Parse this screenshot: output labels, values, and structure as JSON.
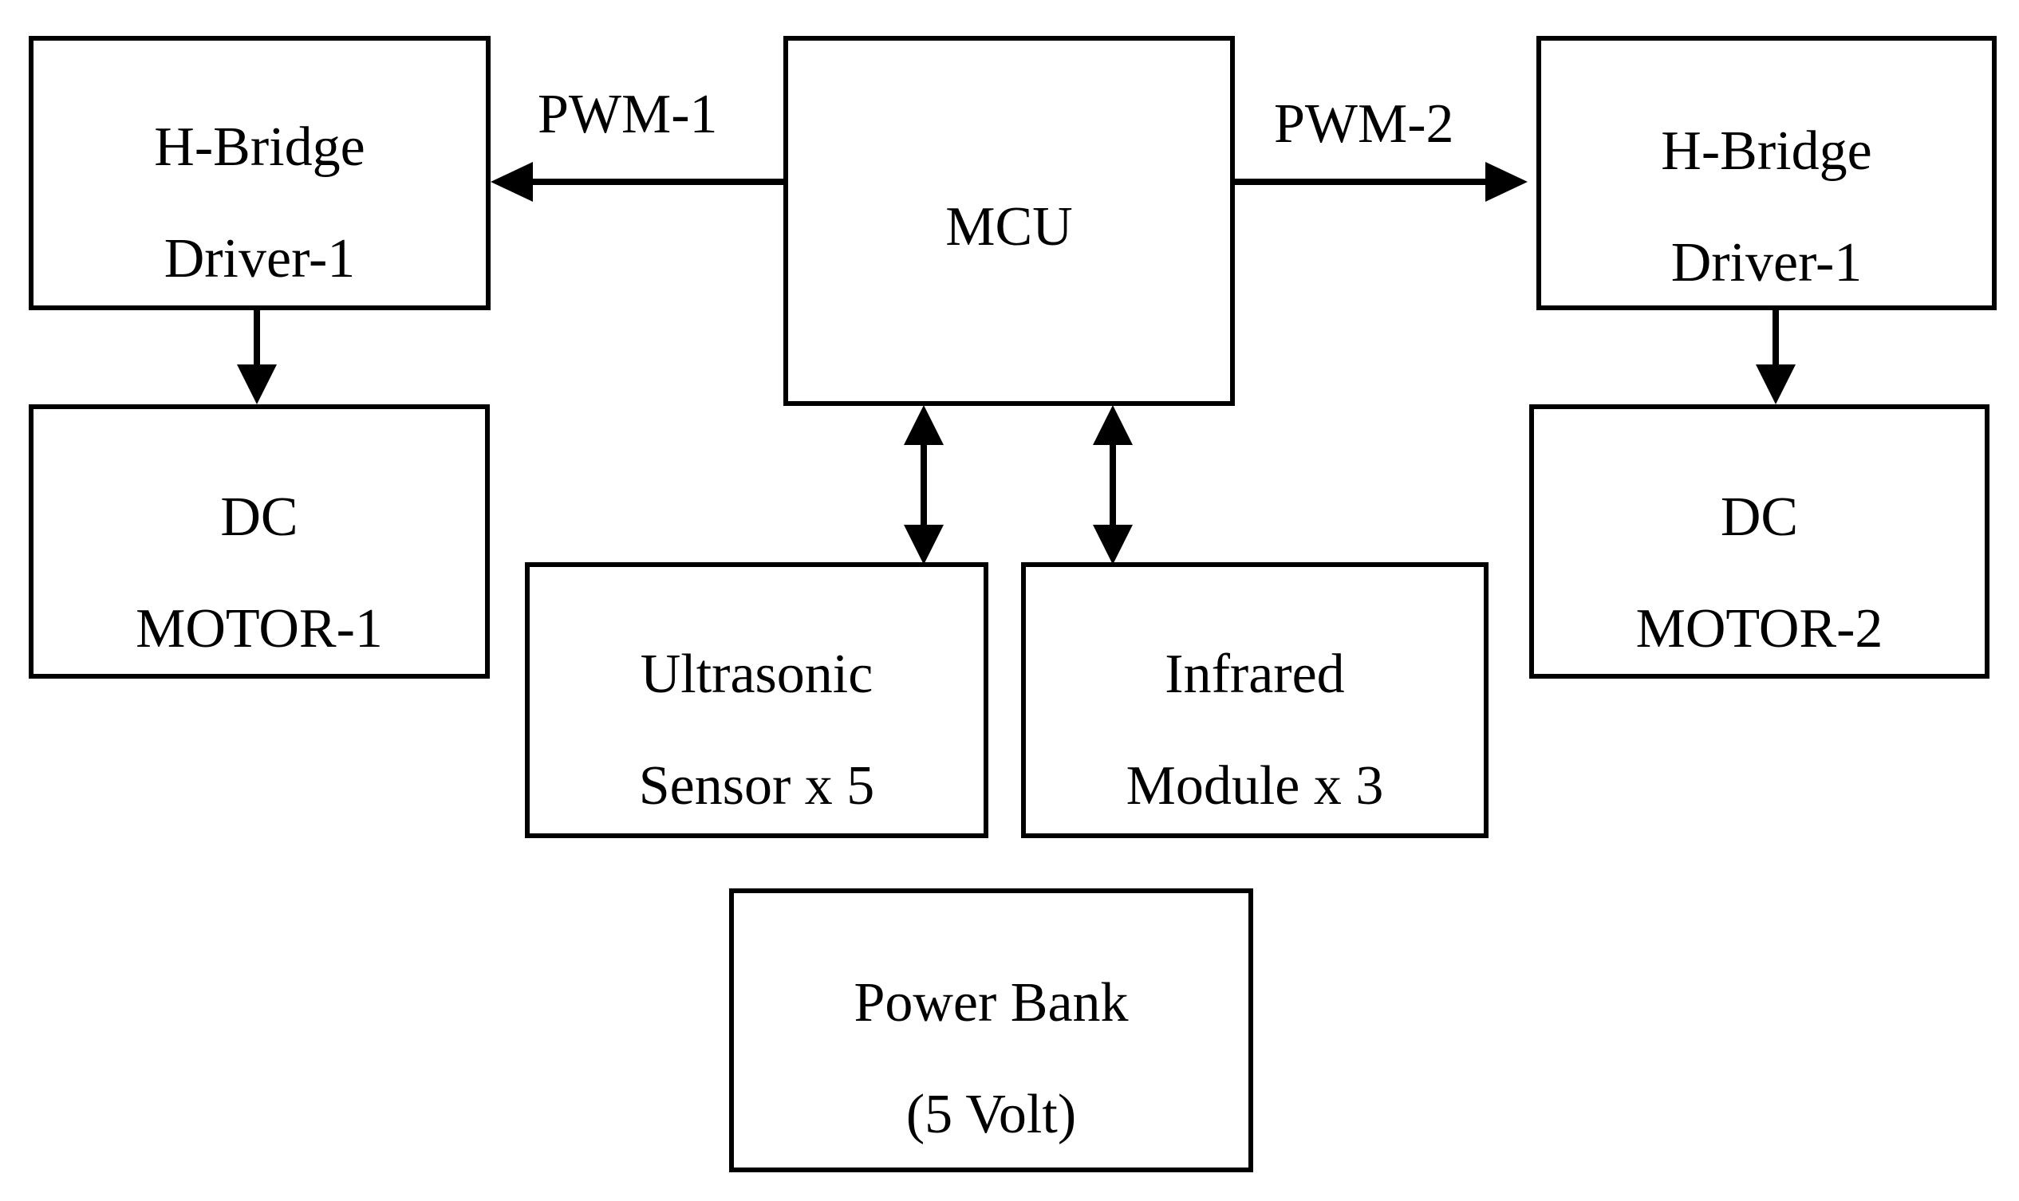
{
  "blocks": {
    "hbridge_left": {
      "line1": "H-Bridge",
      "line2": "Driver-1"
    },
    "mcu": {
      "line1": "MCU"
    },
    "hbridge_right": {
      "line1": "H-Bridge",
      "line2": "Driver-1"
    },
    "motor_left": {
      "line1": "DC",
      "line2": "MOTOR-1"
    },
    "ultrasonic": {
      "line1": "Ultrasonic",
      "line2": "Sensor x 5"
    },
    "infrared": {
      "line1": "Infrared",
      "line2": "Module x 3"
    },
    "motor_right": {
      "line1": "DC",
      "line2": "MOTOR-2"
    },
    "power_bank": {
      "line1": "Power Bank",
      "line2": "(5 Volt)"
    }
  },
  "labels": {
    "pwm_left": "PWM-1",
    "pwm_right": "PWM-2"
  },
  "connections": [
    {
      "from": "mcu",
      "to": "hbridge_left",
      "label": "PWM-1",
      "direction": "one-way"
    },
    {
      "from": "mcu",
      "to": "hbridge_right",
      "label": "PWM-2",
      "direction": "one-way"
    },
    {
      "from": "hbridge_left",
      "to": "motor_left",
      "direction": "one-way"
    },
    {
      "from": "hbridge_right",
      "to": "motor_right",
      "direction": "one-way"
    },
    {
      "from": "mcu",
      "to": "ultrasonic",
      "direction": "two-way"
    },
    {
      "from": "mcu",
      "to": "infrared",
      "direction": "two-way"
    }
  ],
  "colors": {
    "stroke": "#000000",
    "background": "#ffffff"
  }
}
